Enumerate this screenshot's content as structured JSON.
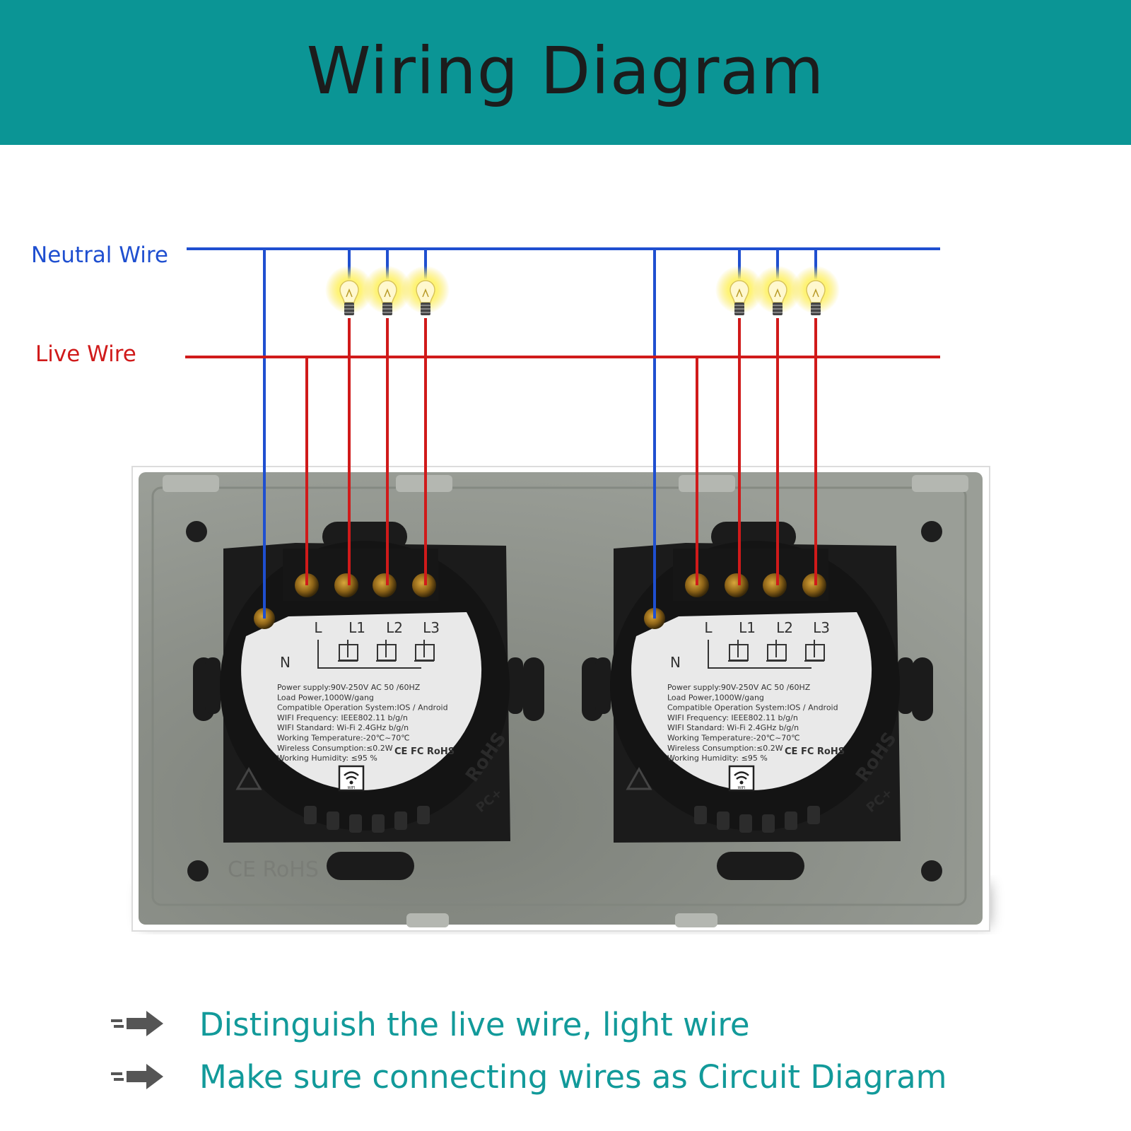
{
  "header": {
    "title": "Wiring Diagram"
  },
  "wires": {
    "neutral_label": "Neutral Wire",
    "live_label": "Live Wire"
  },
  "switch_label": {
    "terminals": [
      "L",
      "L1",
      "L2",
      "L3"
    ],
    "neutral": "N",
    "specs": [
      "Power supply:90V-250V AC  50 /60HZ",
      "Load Power,1000W/gang",
      "Compatible Operation System:IOS / Android",
      "WIFI Frequency: IEEE802.11 b/g/n",
      "WIFI Standard: Wi-Fi 2.4GHz b/g/n",
      "Working Temperature:-20℃~70℃",
      "Wireless Consumption:≤0.2W",
      "Working Humidity: ≤95 %"
    ],
    "certifications": "CE FC RoHS",
    "wifi_caption": "WIFI",
    "housing_marks": [
      "RoHS",
      "PC+"
    ]
  },
  "panel_marks": "CE RoHS",
  "notes": [
    "Distinguish the live wire, light wire",
    "Make sure connecting wires as Circuit Diagram"
  ],
  "colors": {
    "header_bg": "#0b9595",
    "neutral": "#1f4fd0",
    "live": "#d01a1a",
    "note_text": "#129a9a"
  }
}
